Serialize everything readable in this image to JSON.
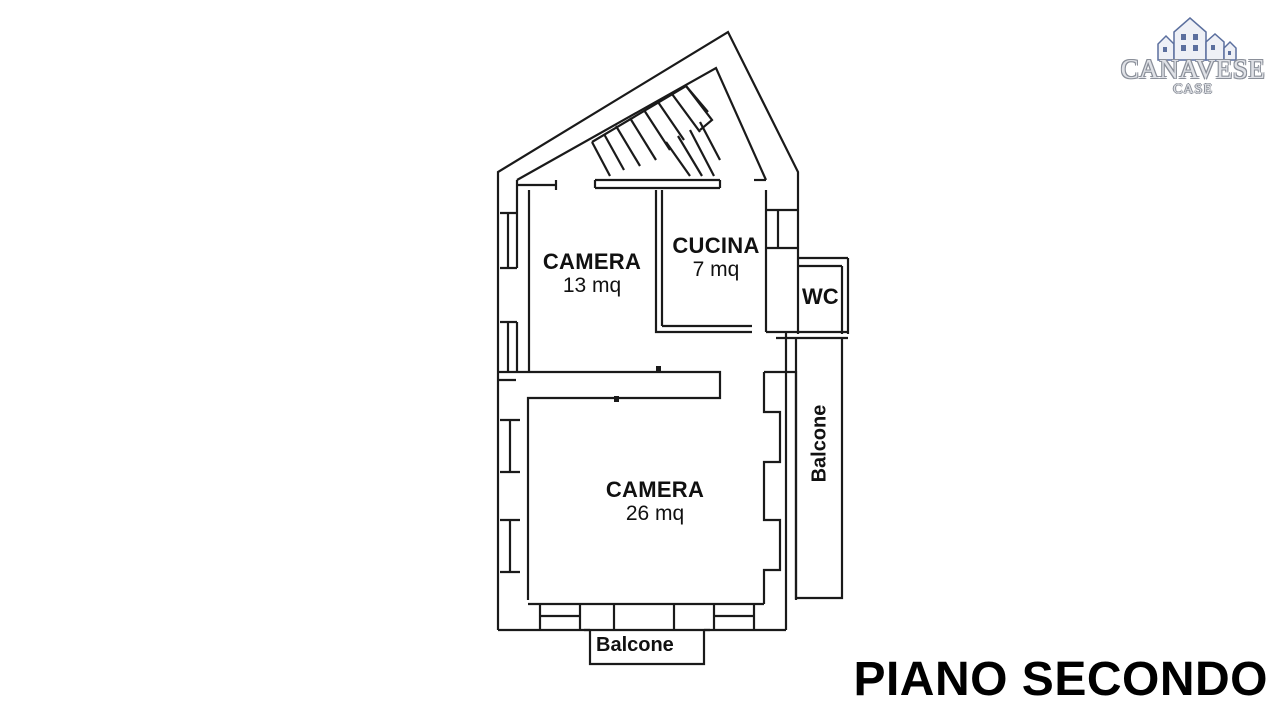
{
  "logo": {
    "word": "CANAVESE",
    "sub": "CASE",
    "accent": "#5b6f9e"
  },
  "rooms": {
    "camera_small": {
      "name": "CAMERA",
      "area": "13 mq"
    },
    "cucina": {
      "name": "CUCINA",
      "area": "7 mq"
    },
    "wc": {
      "name": "WC"
    },
    "camera_large": {
      "name": "CAMERA",
      "area": "26 mq"
    },
    "balcone_side": {
      "name": "Balcone"
    },
    "balcone_bottom": {
      "name": "Balcone"
    }
  },
  "floor_title": "PIANO SECONDO",
  "colors": {
    "lines": "#1a1a1a",
    "background": "#ffffff"
  }
}
